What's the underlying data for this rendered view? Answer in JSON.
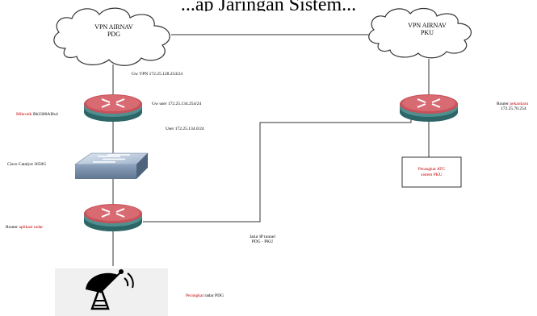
{
  "caption": "...ap Jaringan Sistem...",
  "clouds": {
    "left": {
      "line1": "VPN AIRNAV",
      "line2": "PDG"
    },
    "right": {
      "line1": "VPN AIRNAV",
      "line2": "PKU"
    }
  },
  "labels": {
    "gw_vpn": "Gw VPN 172.25.128.254/24",
    "mikrotik_prefix": "Mikrotik",
    "mikrotik_model": "Rb3300AHx4",
    "gw_user": "Gw user 172.25.134.254/24",
    "user_subnet": "User 172.25.134.0/24",
    "cisco": "Cisco Catalyst 3650G",
    "router_radar_prefix": "Router",
    "router_radar_suffix": "aplikasi radar",
    "tunnel_line1": "Jalur IP tunnel",
    "tunnel_line2": "PDG - PKU",
    "radar_prefix": "Perangkat",
    "radar_suffix": "radar PDG",
    "router_pku_prefix": "Router",
    "router_pku_suffix": "pekanbaru",
    "router_pku_ip": "172.25.70.254",
    "atc_line1": "Perangkat ATC",
    "atc_line2": "sistem PKU"
  }
}
